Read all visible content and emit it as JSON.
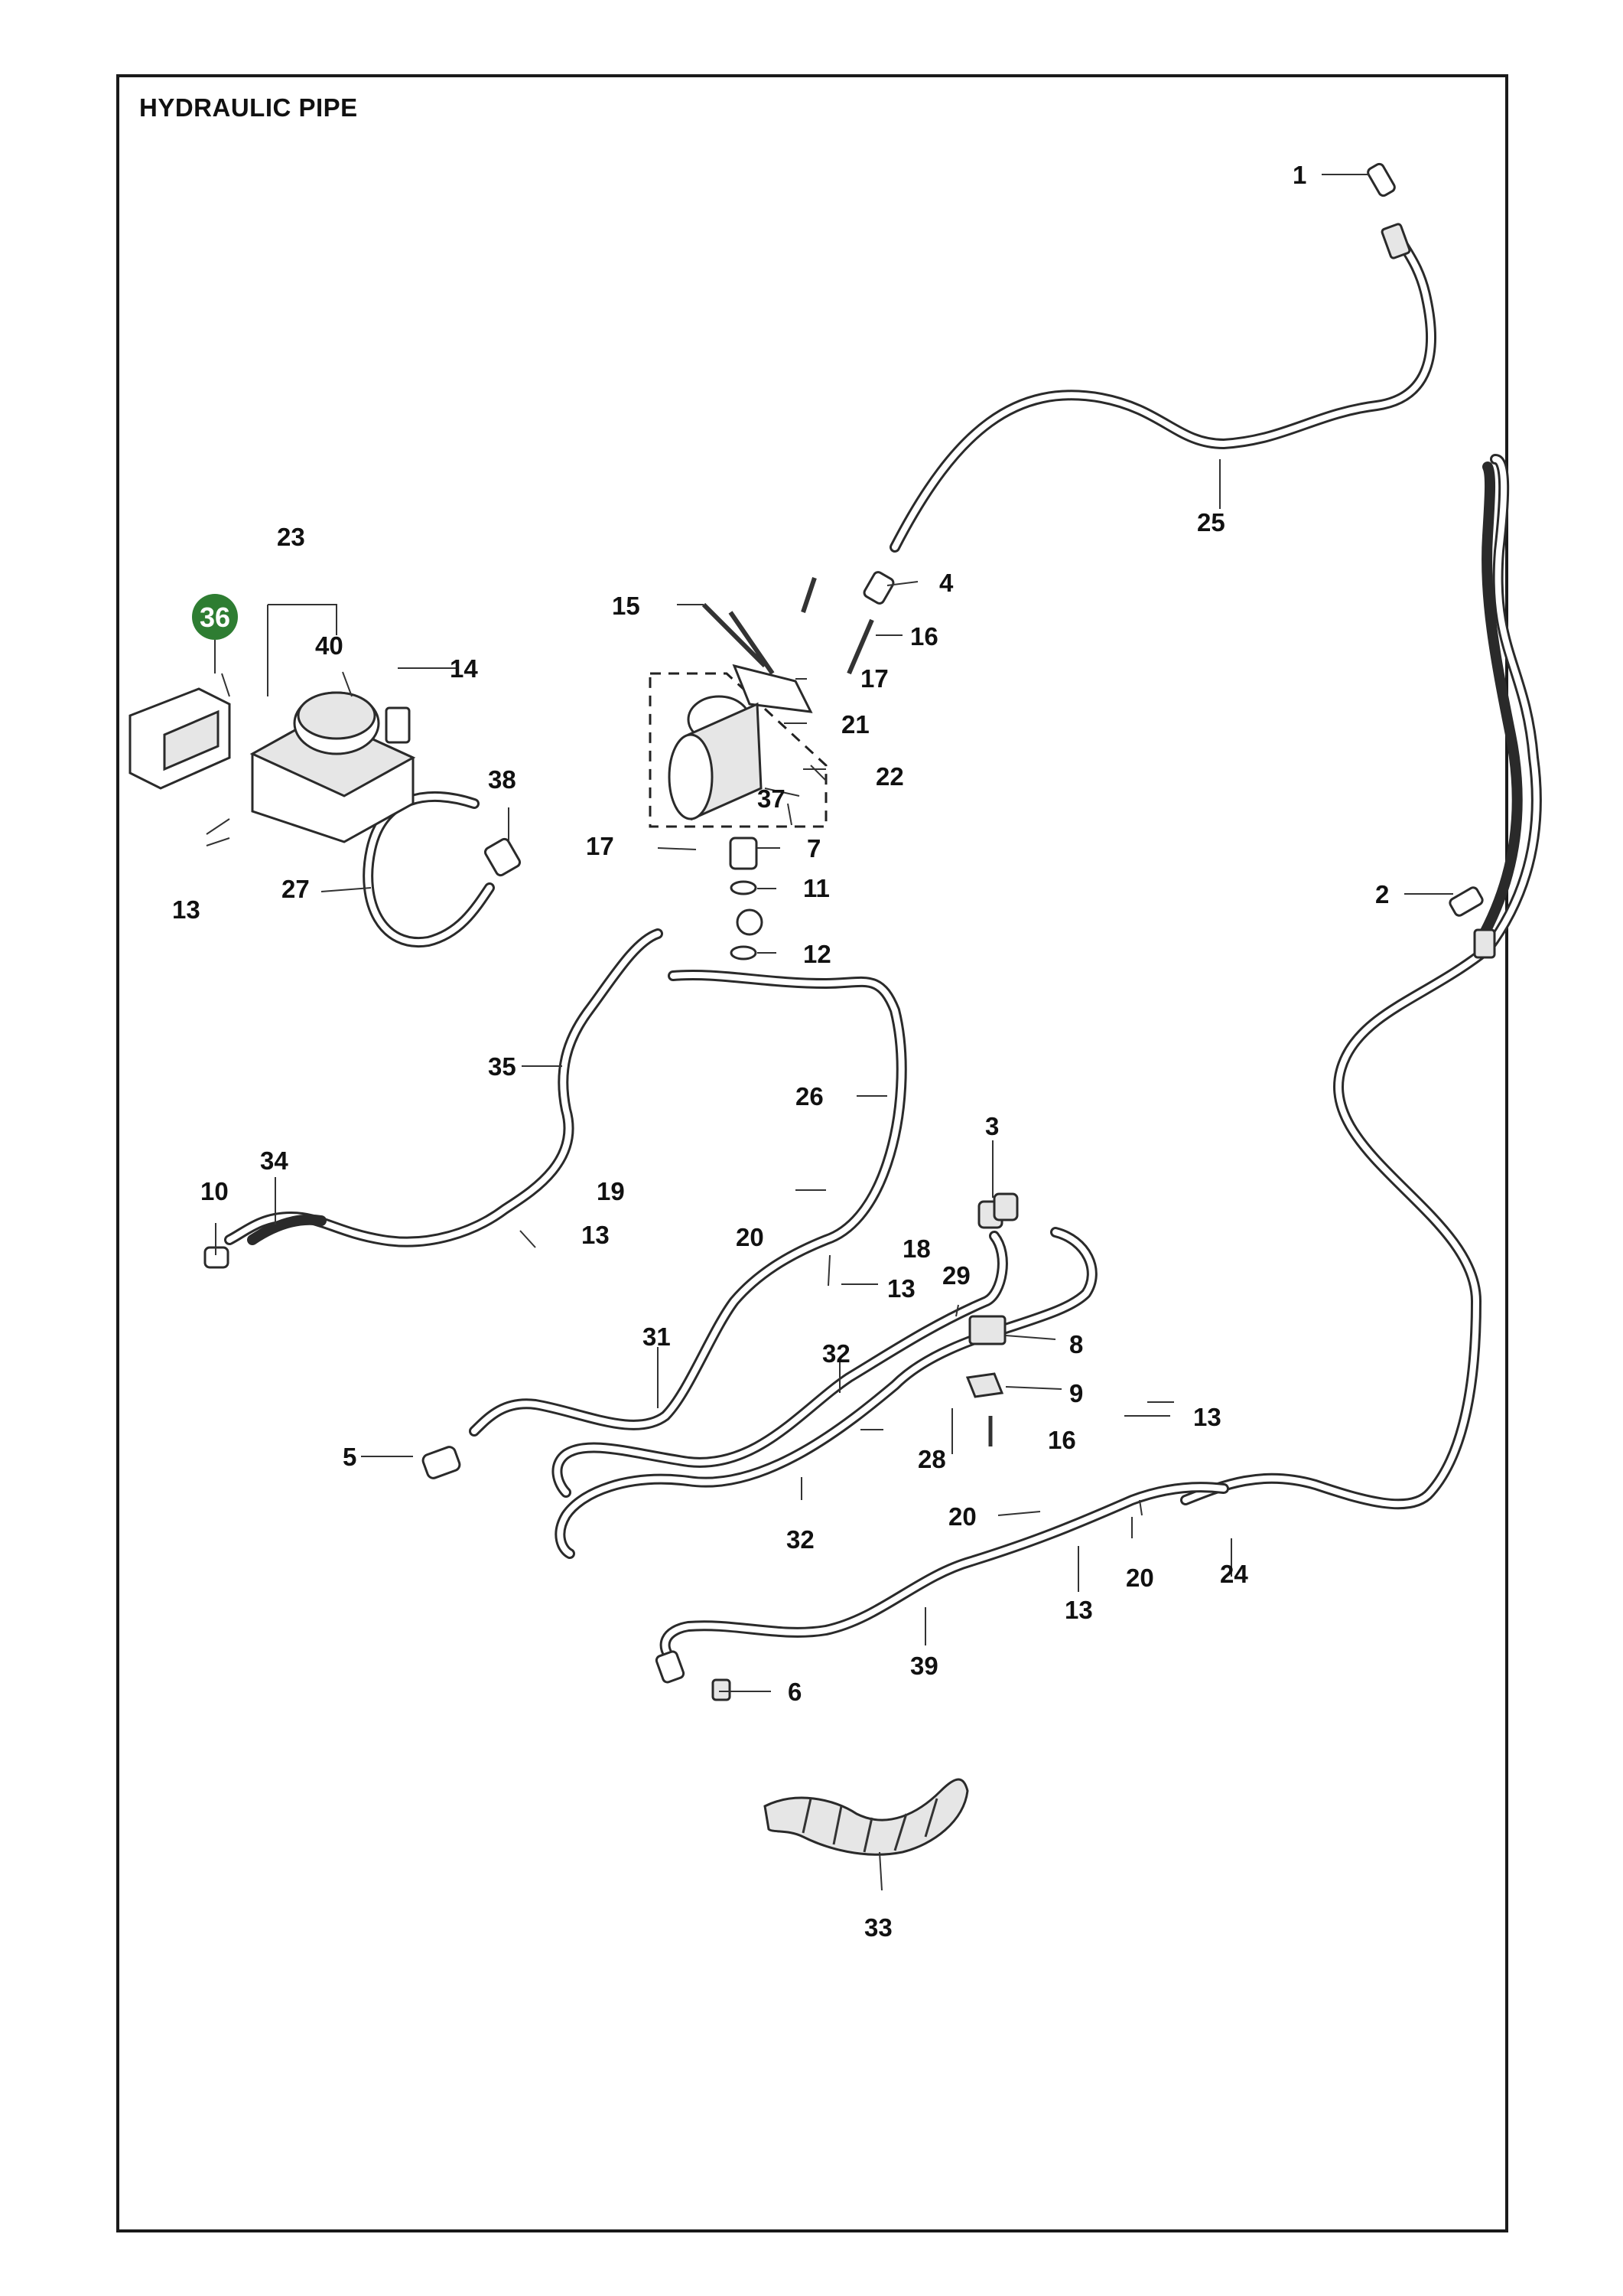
{
  "title": "HYDRAULIC PIPE",
  "highlight_color": "#2e7d32",
  "highlighted_label": "36",
  "labels": {
    "l1": "1",
    "l2": "2",
    "l3": "3",
    "l4": "4",
    "l5": "5",
    "l6": "6",
    "l7": "7",
    "l8": "8",
    "l9": "9",
    "l10": "10",
    "l11": "11",
    "l12": "12",
    "l13a": "13",
    "l13b": "13",
    "l13c": "13",
    "l13d": "13",
    "l13e": "13",
    "l14": "14",
    "l15": "15",
    "l16a": "16",
    "l16b": "16",
    "l17a": "17",
    "l17b": "17",
    "l18": "18",
    "l19": "19",
    "l20a": "20",
    "l20b": "20",
    "l20c": "20",
    "l21": "21",
    "l22": "22",
    "l23": "23",
    "l24": "24",
    "l25": "25",
    "l26": "26",
    "l27": "27",
    "l28": "28",
    "l29": "29",
    "l31": "31",
    "l32a": "32",
    "l32b": "32",
    "l33": "33",
    "l34": "34",
    "l35": "35",
    "l37": "37",
    "l38": "38",
    "l39": "39",
    "l40": "40"
  }
}
